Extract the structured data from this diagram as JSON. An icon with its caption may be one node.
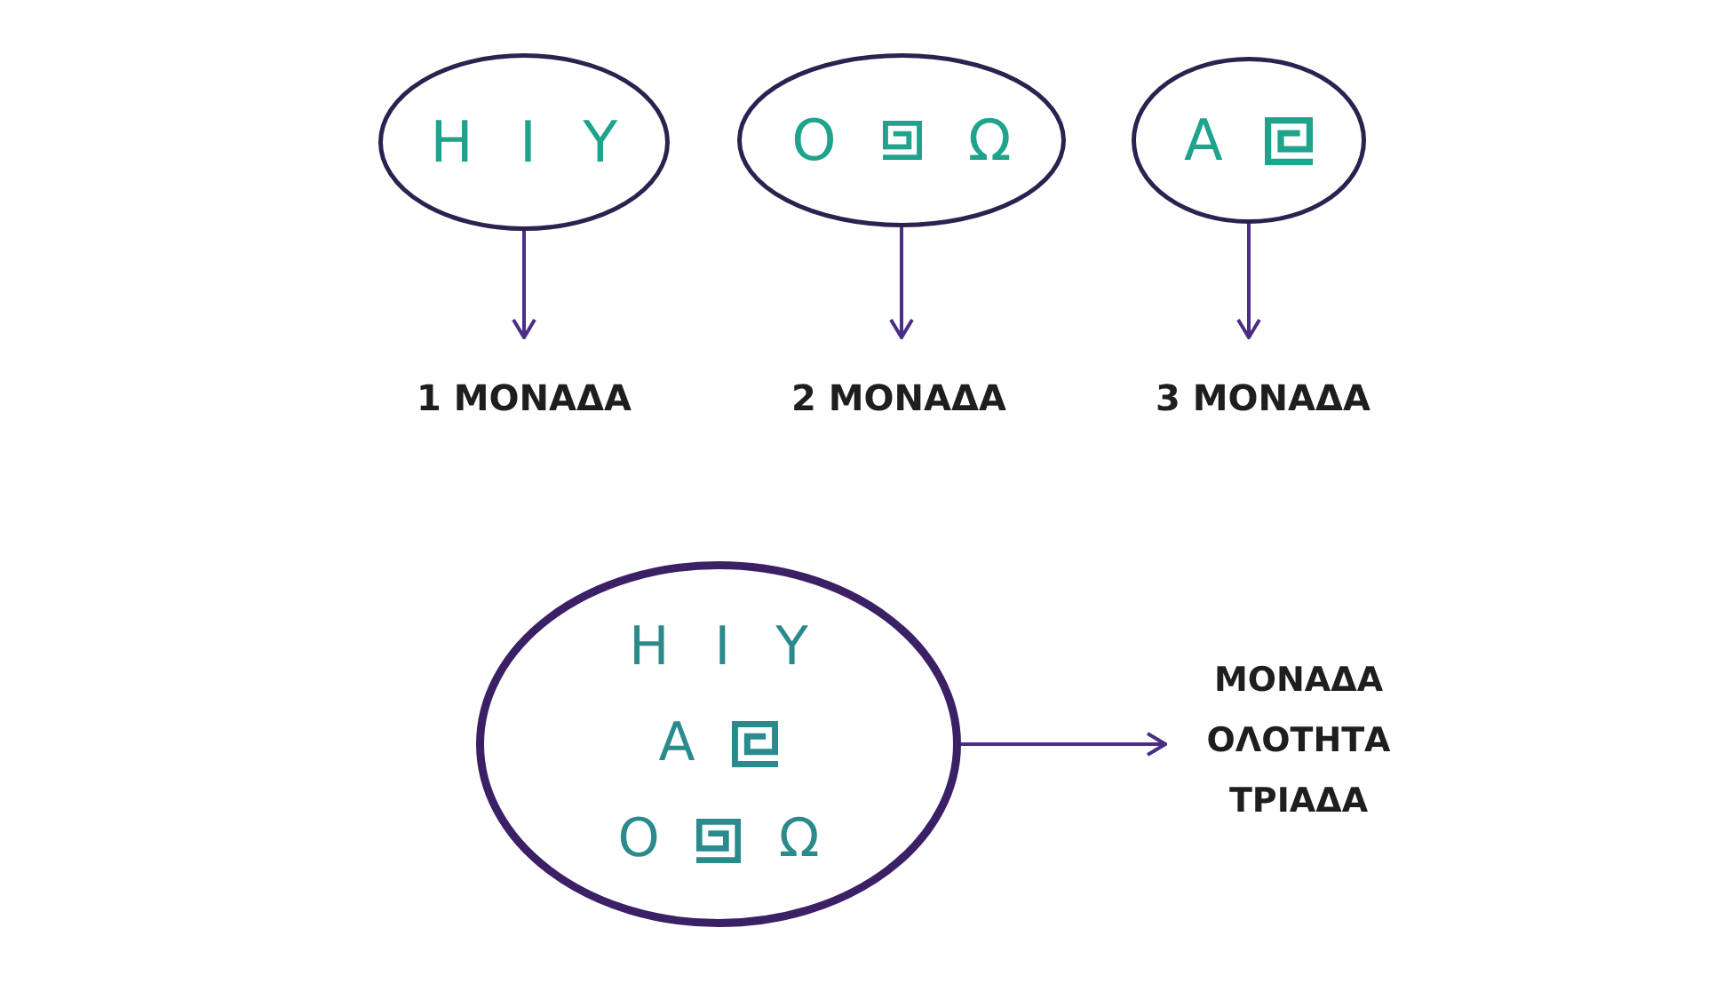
{
  "diagram": {
    "nodes": [
      {
        "text": [
          "Η Ι Υ"
        ]
      },
      {
        "text": [
          "Ο",
          "Ω"
        ]
      },
      {
        "text": [
          "Α"
        ]
      },
      {
        "text": [
          "1 ΜΟΝΑΔΑ"
        ]
      },
      {
        "text": [
          "2 ΜΟΝΑΔΑ"
        ]
      },
      {
        "text": [
          "3 ΜΟΝΑΔΑ"
        ]
      },
      {
        "text": [
          "Η Ι Υ",
          "Α",
          "Ο",
          "Ω"
        ]
      },
      {
        "text": [
          "ΜΟΝΑΔΑ",
          "ΟΛΟΤΗΤΑ",
          "ΤΡΙΑΔΑ"
        ]
      }
    ],
    "edges": [
      {
        "from": 0,
        "to": 3,
        "arrow": "to"
      },
      {
        "from": 1,
        "to": 4,
        "arrow": "to"
      },
      {
        "from": 2,
        "to": 5,
        "arrow": "to"
      },
      {
        "from": 6,
        "to": 7,
        "arrow": "to"
      }
    ]
  }
}
